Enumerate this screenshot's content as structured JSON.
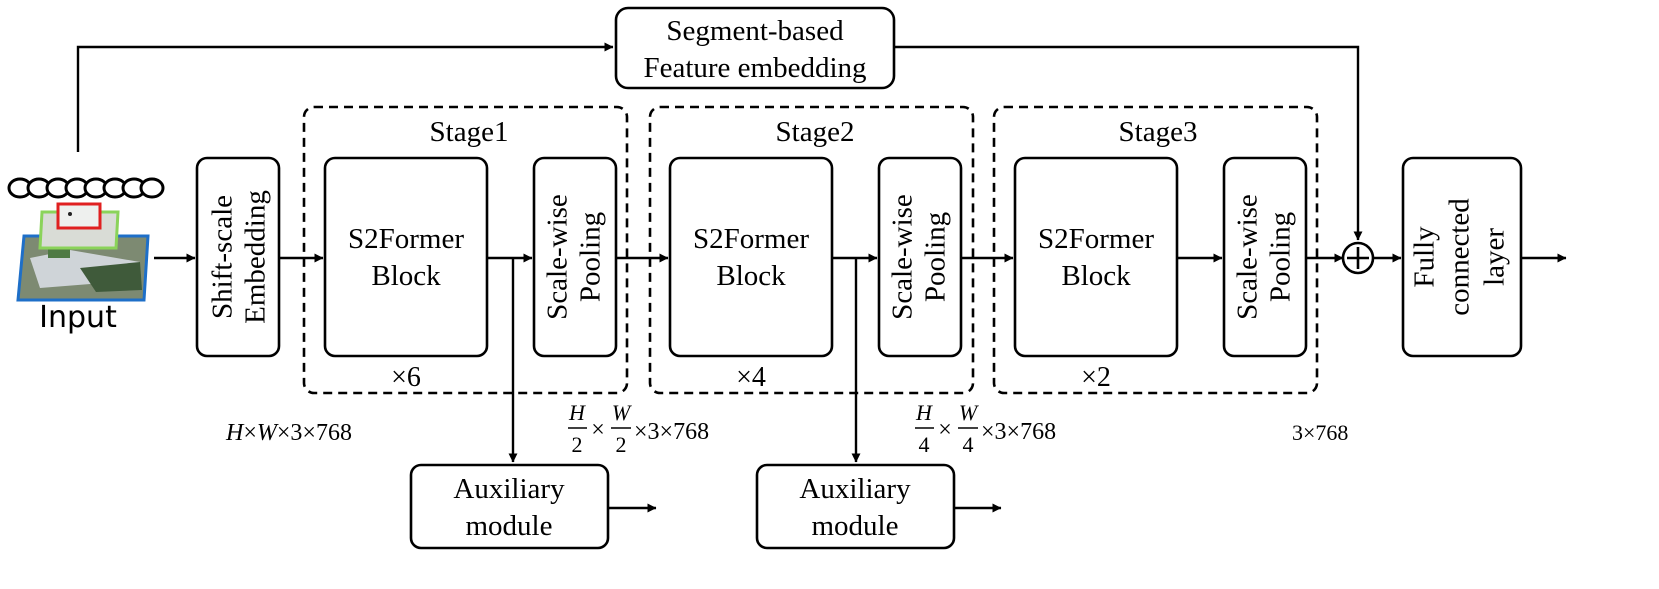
{
  "input": {
    "label": "Input"
  },
  "top_block": {
    "line1": "Segment-based",
    "line2": "Feature embedding"
  },
  "embedding": {
    "line1": "Shift-scale",
    "line2": "Embedding"
  },
  "stages": [
    {
      "title": "Stage1",
      "block_line1": "S2Former",
      "block_line2": "Block",
      "pool_line1": "Scale-wise",
      "pool_line2": "Pooling",
      "repeat": "×6"
    },
    {
      "title": "Stage2",
      "block_line1": "S2Former",
      "block_line2": "Block",
      "pool_line1": "Scale-wise",
      "pool_line2": "Pooling",
      "repeat": "×4"
    },
    {
      "title": "Stage3",
      "block_line1": "S2Former",
      "block_line2": "Block",
      "pool_line1": "Scale-wise",
      "pool_line2": "Pooling",
      "repeat": "×2"
    }
  ],
  "aux": [
    {
      "line1": "Auxiliary",
      "line2": "module"
    },
    {
      "line1": "Auxiliary",
      "line2": "module"
    }
  ],
  "fc": {
    "line1": "Fully",
    "line2": "connected",
    "line3": "layer"
  },
  "dims": {
    "d1": {
      "h": "H",
      "times1": "×",
      "w": "W",
      "rest": "×3×768"
    },
    "d2": {
      "num1": "H",
      "den1": "2",
      "times": "×",
      "num2": "W",
      "den2": "2",
      "rest": "×3×768"
    },
    "d3": {
      "num1": "H",
      "den1": "4",
      "times": "×",
      "num2": "W",
      "den2": "4",
      "rest": "×3×768"
    },
    "d4": {
      "text": "3×768"
    }
  },
  "add_symbol": "+"
}
